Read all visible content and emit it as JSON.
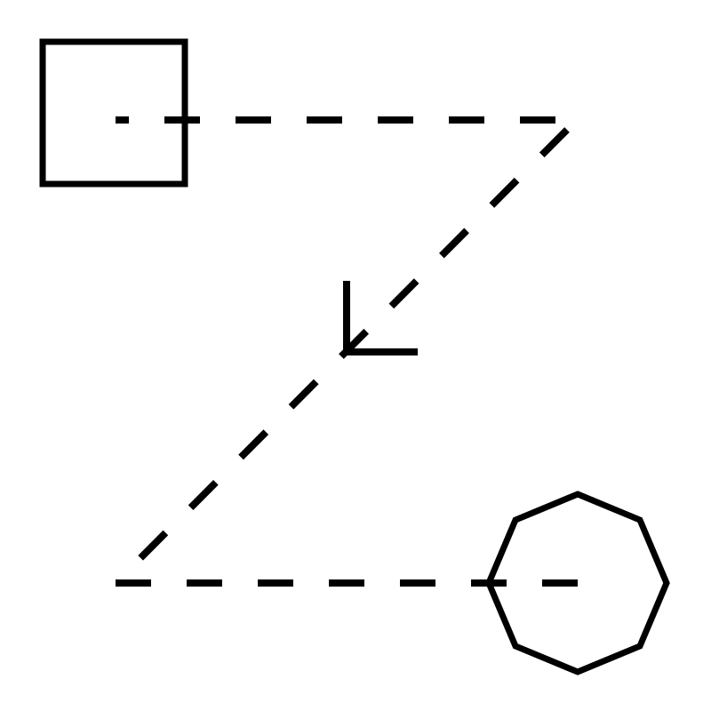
{
  "diagram": {
    "shapes": [
      "square",
      "octagon"
    ],
    "path_style": "dashed",
    "arrow_direction": "down-left",
    "colors": {
      "stroke": "#000000",
      "background": "#ffffff"
    }
  }
}
